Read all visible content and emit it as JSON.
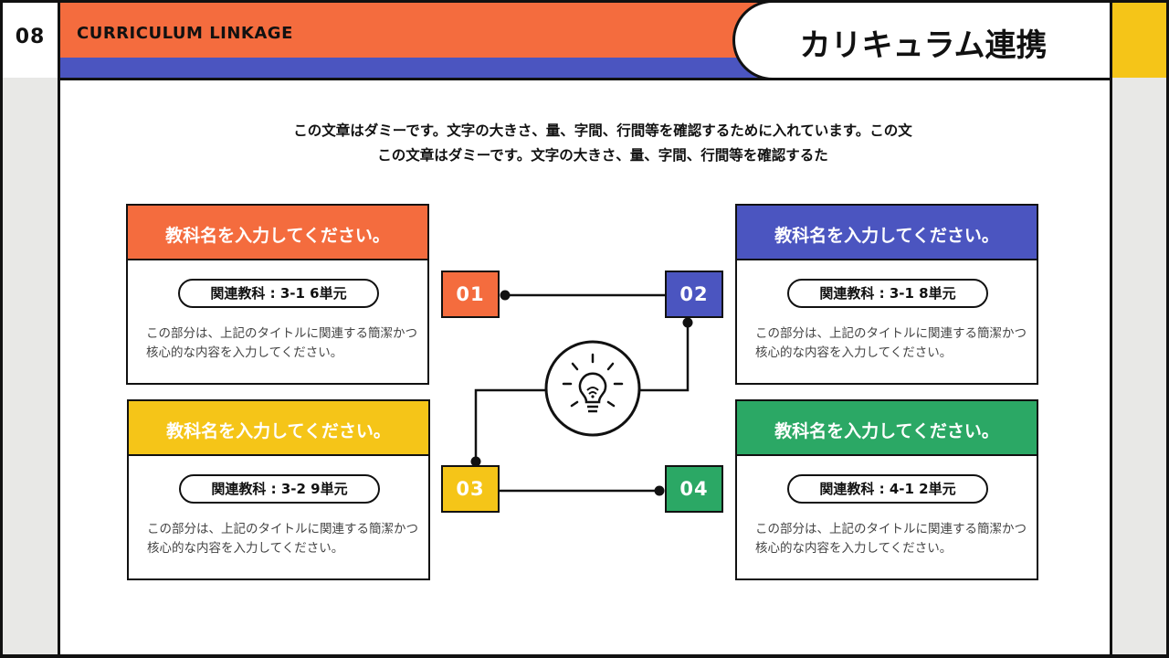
{
  "header": {
    "page_number": "08",
    "english_title": "CURRICULUM LINKAGE",
    "japanese_title": "カリキュラム連携"
  },
  "intro": {
    "line1": "この文章はダミーです。文字の大きさ、量、字間、行間等を確認するために入れています。この文",
    "line2": "この文章はダミーです。文字の大きさ、量、字間、行間等を確認するた"
  },
  "cards": [
    {
      "number": "01",
      "title": "教科名を入力してください。",
      "related": "関連教科 : 3-1 6単元",
      "desc": "この部分は、上記のタイトルに関連する簡潔かつ核心的な内容を入力してください。",
      "color": "#F46C3E"
    },
    {
      "number": "02",
      "title": "教科名を入力してください。",
      "related": "関連教科 : 3-1 8単元",
      "desc": "この部分は、上記のタイトルに関連する簡潔かつ核心的な内容を入力してください。",
      "color": "#4B55C0"
    },
    {
      "number": "03",
      "title": "教科名を入力してください。",
      "related": "関連教科 : 3-2 9単元",
      "desc": "この部分は、上記のタイトルに関連する簡潔かつ核心的な内容を入力してください。",
      "color": "#F5C518"
    },
    {
      "number": "04",
      "title": "教科名を入力してください。",
      "related": "関連教科 : 4-1 2単元",
      "desc": "この部分は、上記のタイトルに関連する簡潔かつ核心的な内容を入力してください。",
      "color": "#2BA865"
    }
  ],
  "center_icon": "lightbulb-icon",
  "colors": {
    "orange": "#F46C3E",
    "blue": "#4B55C0",
    "yellow": "#F5C518",
    "green": "#2BA865",
    "band_gray": "#E8E8E6"
  }
}
